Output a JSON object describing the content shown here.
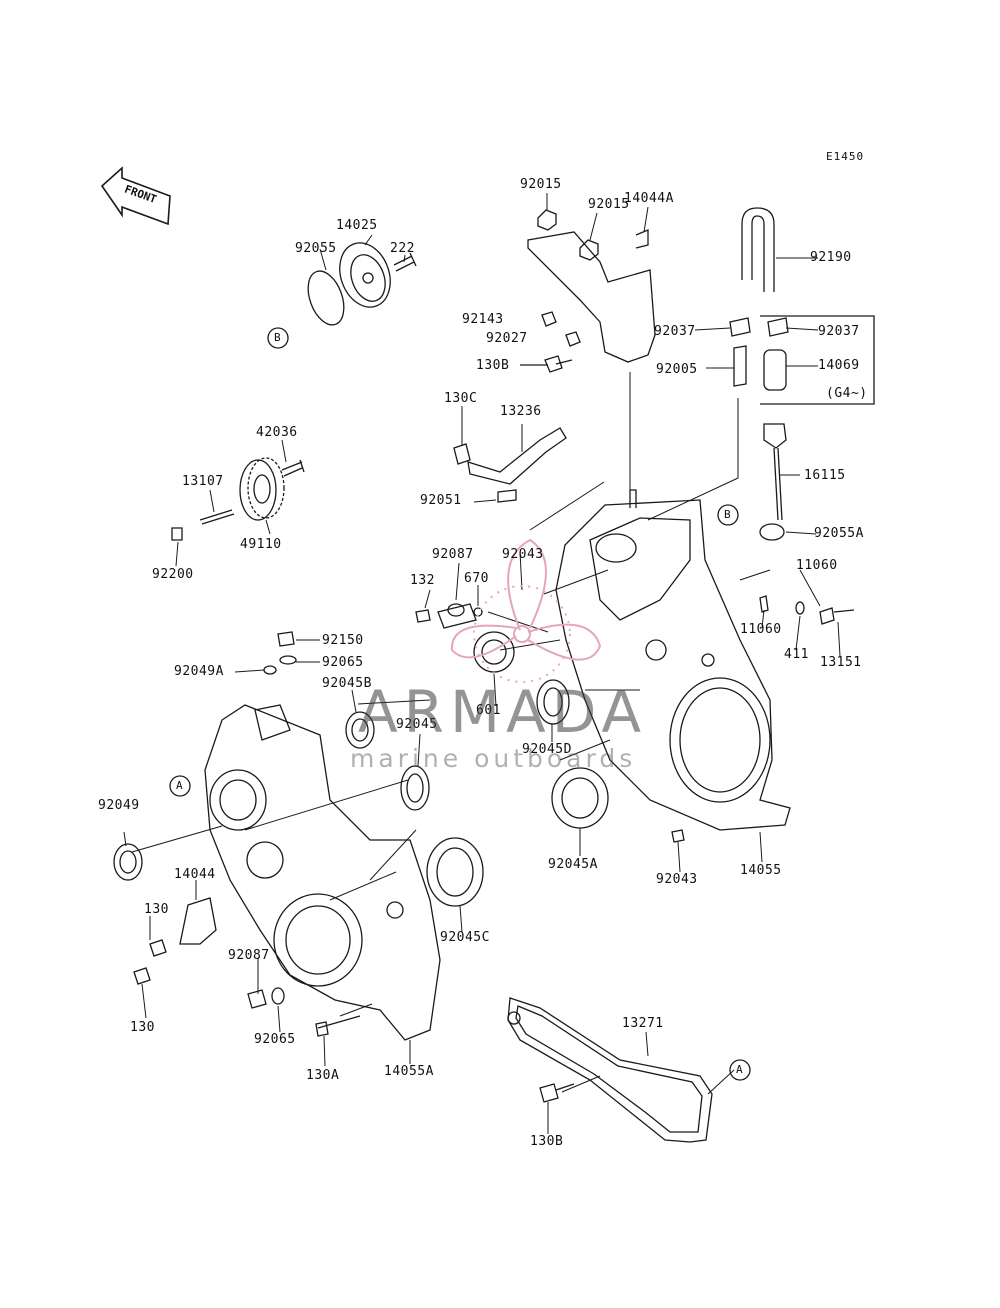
{
  "diagram_code": "E1450",
  "front_label": "FRONT",
  "callouts": [
    "A",
    "B"
  ],
  "variant_note": "(G4~)",
  "watermark": {
    "brand": "ARMADA",
    "tagline": "marine outboards",
    "accent_color": "#e6a4c0"
  },
  "labels": {
    "p92015a": "92015",
    "p92015b": "92015",
    "p14044A": "14044A",
    "p92190": "92190",
    "p14025": "14025",
    "p92055": "92055",
    "p222": "222",
    "p92143": "92143",
    "p92027": "92027",
    "p130B_top": "130B",
    "p92037a": "92037",
    "p92037b": "92037",
    "p92005": "92005",
    "p14069": "14069",
    "p130C": "130C",
    "p13236": "13236",
    "p42036": "42036",
    "p13107": "13107",
    "p49110": "49110",
    "p92200": "92200",
    "p16115": "16115",
    "p92051": "92051",
    "p92055A": "92055A",
    "p92087a": "92087",
    "p92043a": "92043",
    "p132": "132",
    "p670": "670",
    "p11060a": "11060",
    "p11060b": "11060",
    "p411": "411",
    "p13151": "13151",
    "p92150": "92150",
    "p92065a": "92065",
    "p92049A": "92049A",
    "p92045B": "92045B",
    "p601": "601",
    "p92045": "92045",
    "p92045D": "92045D",
    "p92049": "92049",
    "p92045A": "92045A",
    "p92043b": "92043",
    "p14055": "14055",
    "p14044": "14044",
    "p130a": "130",
    "p92045C": "92045C",
    "p92087b": "92087",
    "p130b": "130",
    "p92065b": "92065",
    "p130A": "130A",
    "p14055A": "14055A",
    "p13271": "13271",
    "p130B_bot": "130B"
  }
}
